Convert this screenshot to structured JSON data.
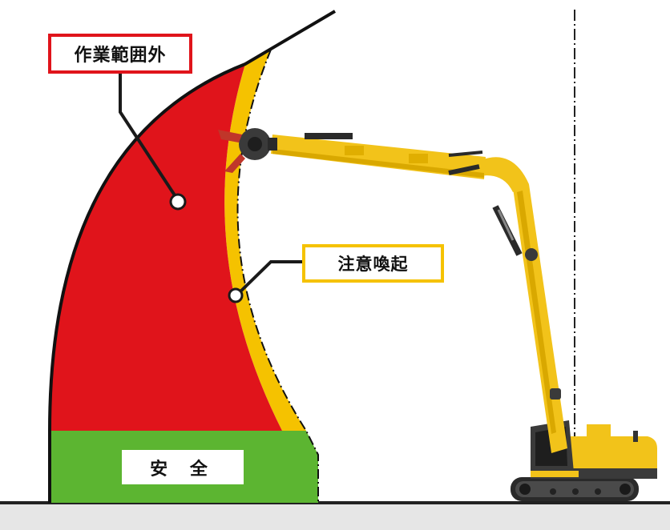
{
  "zones": {
    "outside_work_range": {
      "label": "作業範囲外",
      "color": "#e0141b"
    },
    "caution_alert": {
      "label": "注意喚起",
      "color": "#f5c200"
    },
    "safe": {
      "label": "安 全",
      "color": "#5cb531"
    }
  },
  "colors": {
    "machine_yellow": "#f2c31a",
    "ground": "#e6e6e6",
    "ground_line": "#222222",
    "leader_line": "#1a1a1a"
  },
  "icons": [
    "excavator-icon",
    "crusher-attachment-icon",
    "crawler-track-icon"
  ]
}
